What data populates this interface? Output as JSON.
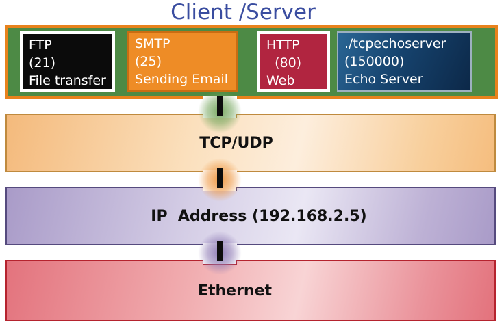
{
  "title": {
    "text": "Client /Server",
    "color": "#3a4da0"
  },
  "application_layer": {
    "background": "#4d8a45",
    "border_color": "#e8821c",
    "services": [
      {
        "name": "ftp",
        "protocol": "FTP",
        "port": "(21)",
        "description": "File transfer",
        "background": "#0b0b0b",
        "border_color": "#ffffff",
        "text_color": "#ffffff"
      },
      {
        "name": "smtp",
        "protocol": "SMTP",
        "port": "(25)",
        "description": "Sending Email",
        "background": "#ee8c26",
        "border_color": "#c96d12",
        "text_color": "#ffffff"
      },
      {
        "name": "http",
        "protocol": "HTTP",
        "port": "  (80)",
        "description": "Web",
        "background": "#b12540",
        "border_color": "#ffffff",
        "text_color": "#ffffff"
      },
      {
        "name": "echo_server",
        "protocol": "./tcpechoserver",
        "port": "(150000)",
        "description": "Echo Server",
        "background_from": "#2a6695",
        "background_to": "#0c2848",
        "border_color": "#9db0c0",
        "text_color": "#ffffff"
      }
    ]
  },
  "layers": [
    {
      "name": "tcp_udp",
      "label": "TCP/UDP",
      "color_dark": "#f4ba7c",
      "color_light": "#fdeedd",
      "border_color": "#bf8a3e"
    },
    {
      "name": "ip",
      "label": "IP  Address (192.168.2.5)",
      "color_dark": "#a99bc8",
      "color_light": "#eae7f4",
      "border_color": "#554a7e"
    },
    {
      "name": "ethernet",
      "label": "Ethernet",
      "color_dark": "#e3737d",
      "color_light": "#f8d4d5",
      "border_color": "#b5232e"
    }
  ],
  "connectors": [
    {
      "name": "app_to_tcp",
      "glow_color": "#74a55c",
      "bar_color": "#0d0d0d"
    },
    {
      "name": "tcp_to_ip",
      "glow_color": "#ee9640",
      "bar_color": "#0d0d0d"
    },
    {
      "name": "ip_to_ethernet",
      "glow_color": "#8a76b2",
      "bar_color": "#0d0d0d"
    }
  ]
}
